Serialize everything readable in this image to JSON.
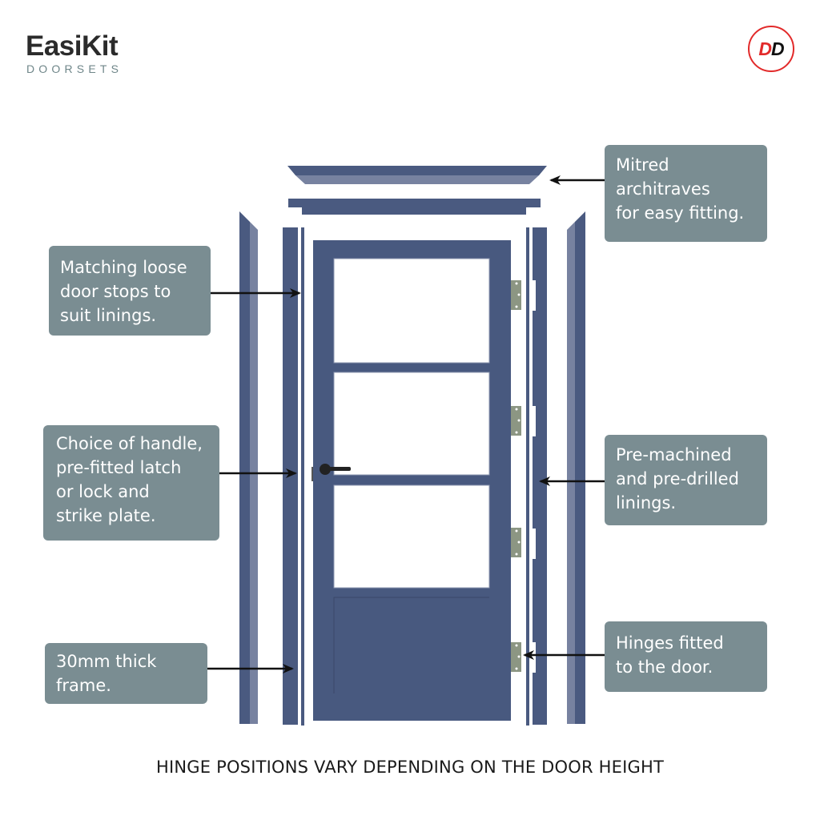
{
  "brand": {
    "name": "EasiKit",
    "subtitle": "DOORSETS",
    "badge": {
      "left": "D",
      "right": "D",
      "ring_color": "#e22a2a",
      "left_color": "#e22a2a",
      "right_color": "#111111"
    }
  },
  "colors": {
    "frame_dark": "#4a5a80",
    "frame_light": "#7782a0",
    "door": "#48597f",
    "hinge": "#8c9683",
    "callout_bg": "#7a8d92",
    "arrow": "#111111"
  },
  "callouts": {
    "architraves": {
      "lines": [
        "Mitred",
        "architraves",
        "for easy fitting."
      ]
    },
    "door_stops": {
      "lines": [
        "Matching loose",
        "door stops to",
        "suit linings."
      ]
    },
    "handle": {
      "lines": [
        "Choice of handle,",
        "pre-fitted latch",
        "or lock and",
        "strike plate."
      ]
    },
    "linings": {
      "lines": [
        "Pre-machined",
        "and pre-drilled",
        "linings."
      ]
    },
    "frame": {
      "lines": [
        "30mm thick",
        "frame."
      ]
    },
    "hinges": {
      "lines": [
        "Hinges fitted",
        "to the door."
      ]
    }
  },
  "diagram": {
    "door_style": "3 glazed panes over 1 solid panel",
    "hinge_count": 4,
    "handle": "lever-handle"
  },
  "footer": {
    "note": "HINGE POSITIONS VARY DEPENDING ON THE DOOR HEIGHT"
  }
}
